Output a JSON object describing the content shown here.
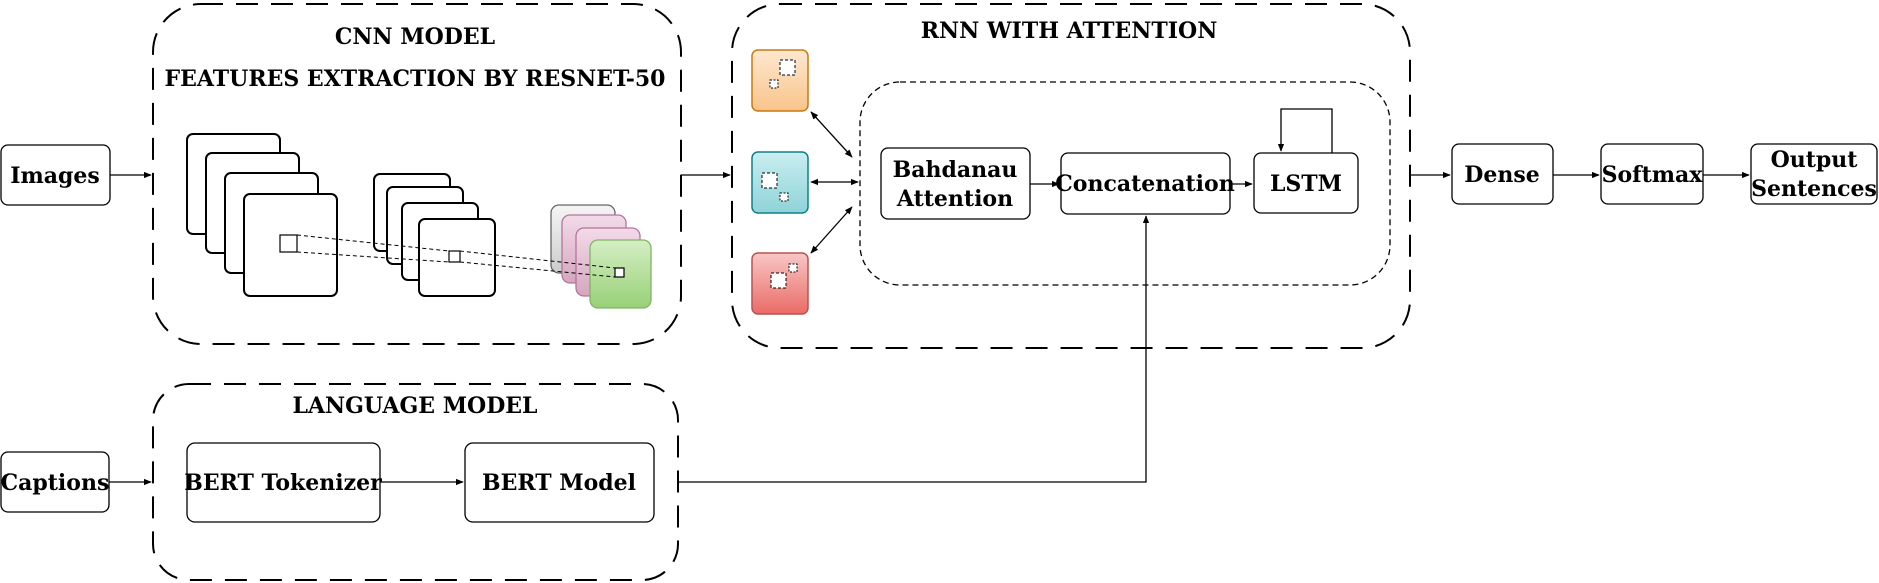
{
  "titles": {
    "cnn_model": "CNN MODEL",
    "feature_extraction": "FEATURES EXTRACTION BY RESNET-50",
    "rnn_attention": "RNN WITH ATTENTION",
    "language_model": "LANGUAGE MODEL"
  },
  "nodes": {
    "images": "Images",
    "captions": "Captions",
    "bert_tokenizer": "BERT Tokenizer",
    "bert_model": "BERT Model",
    "bahdanau_line1": "Bahdanau",
    "bahdanau_line2": "Attention",
    "concatenation": "Concatenation",
    "lstm": "LSTM",
    "dense": "Dense",
    "softmax": "Softmax",
    "output_line1": "Output",
    "output_line2": "Sentences"
  },
  "colors": {
    "orange_fill": "#fad7ac",
    "orange_stroke": "#c67a0e",
    "teal_fill": "#b0e3e6",
    "teal_stroke": "#0e8088",
    "red_fill": "#f19c99",
    "red_stroke": "#b85450",
    "pink_fill": "#e6c0d6",
    "pink_stroke": "#b5739d",
    "green_fill": "#b9e0a5",
    "green_stroke": "#82b366",
    "gray_fill": "#e6e6e6",
    "gray_stroke": "#666666"
  }
}
